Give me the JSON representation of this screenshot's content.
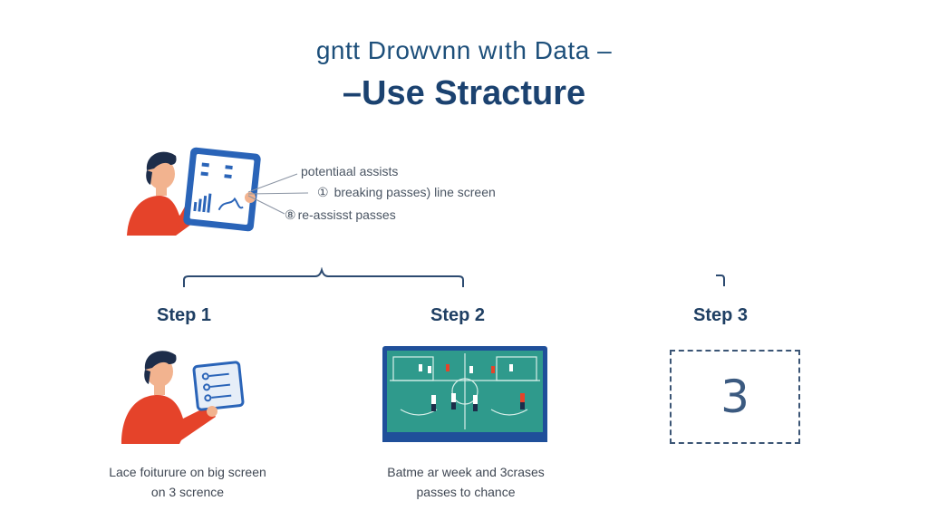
{
  "title": {
    "line1": "gntt Drowvnn wıth Data –",
    "line2": "–Use Stracture"
  },
  "callouts": {
    "item1": "potentiaal assists",
    "item2_mark": "①",
    "item2": "breaking passes) line screen",
    "item3_mark": "⑧",
    "item3": "re-assisst passes"
  },
  "steps": [
    {
      "label": "Step 1",
      "caption_line1": "Lace foiturure on big screen",
      "caption_line2": "on 3 scrence"
    },
    {
      "label": "Step 2",
      "caption_line1": "Batme ar week and 3crases",
      "caption_line2": "passes to chance"
    },
    {
      "label": "Step 3",
      "box_value": "3"
    }
  ],
  "colors": {
    "navy": "#1b4270",
    "shirt": "#e5432a",
    "hair": "#1d2d4a",
    "skin": "#f2b38f",
    "tablet": "#2a64b8",
    "pitch": "#2f9a8c"
  }
}
